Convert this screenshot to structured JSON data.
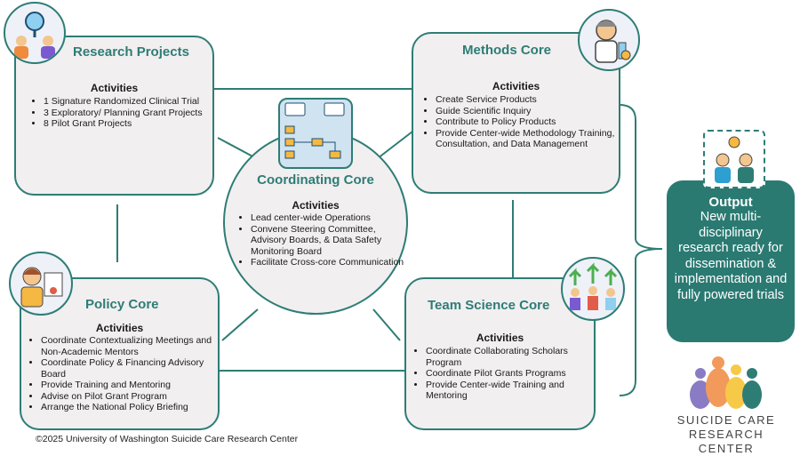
{
  "research_projects": {
    "title": "Research Projects",
    "activities_label": "Activities",
    "items": [
      "1 Signature Randomized Clinical Trial",
      "3 Exploratory/ Planning Grant Projects",
      "8 Pilot Grant Projects"
    ],
    "icon": "researchers-magnifier-icon"
  },
  "methods_core": {
    "title": "Methods Core",
    "activities_label": "Activities",
    "items": [
      "Create Service Products",
      "Guide Scientific Inquiry",
      "Contribute to Policy Products",
      "Provide Center-wide Methodology Training, Consultation, and Data Management"
    ],
    "icon": "scientist-icon"
  },
  "coordinating_core": {
    "title": "Coordinating Core",
    "activities_label": "Activities",
    "items": [
      "Lead center-wide Operations",
      "Convene Steering Committee, Advisory Boards, & Data Safety Monitoring Board",
      "Facilitate Cross-core Communication"
    ],
    "icon": "flowchart-meeting-icon"
  },
  "policy_core": {
    "title": "Policy Core",
    "activities_label": "Activities",
    "items": [
      "Coordinate Contextualizing Meetings and Non-Academic Mentors",
      "Coordinate Policy & Financing Advisory Board",
      "Provide Training and Mentoring",
      "Advise on Pilot Grant Program",
      "Arrange the National Policy Briefing"
    ],
    "icon": "policy-document-icon"
  },
  "team_science_core": {
    "title": "Team Science Core",
    "activities_label": "Activities",
    "items": [
      "Coordinate Collaborating Scholars Program",
      "Coordinate Pilot Grants Programs",
      "Provide Center-wide Training and Mentoring"
    ],
    "icon": "team-growth-icon"
  },
  "output": {
    "title": "Output",
    "text": "New multi-disciplinary research ready for dissemination & implementation and fully powered trials",
    "icon": "collaboration-idea-icon"
  },
  "logo": {
    "line1": "SUICIDE CARE",
    "line2": "RESEARCH CENTER"
  },
  "footer": "©2025 University of Washington Suicide Care Research Center",
  "colors": {
    "teal": "#2e7d75",
    "box_fill": "#f1eff0",
    "output_fill": "#2a7a72"
  }
}
